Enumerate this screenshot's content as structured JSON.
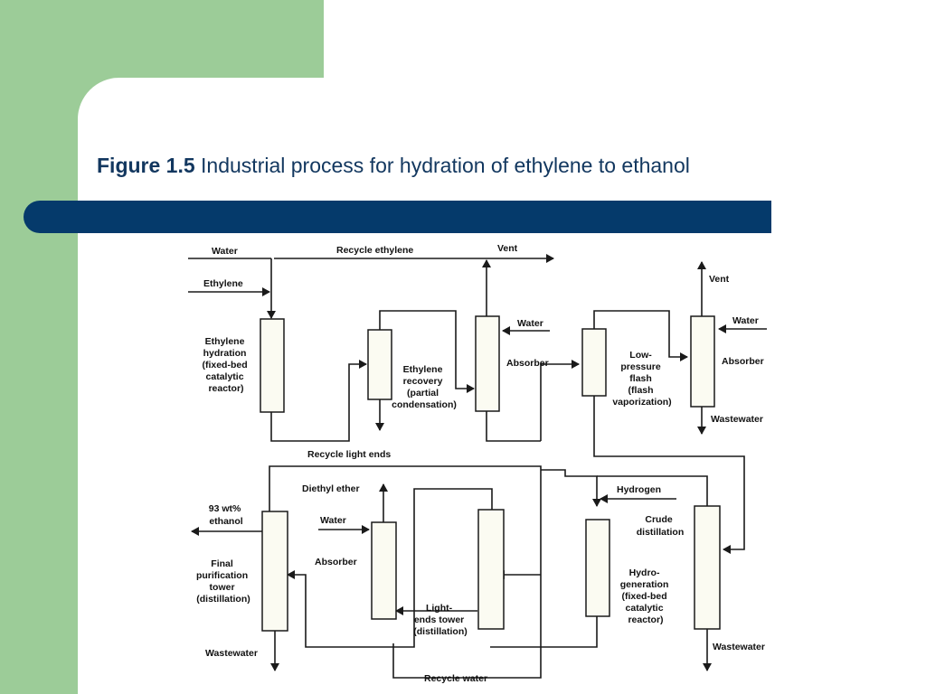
{
  "slide": {
    "title_figure": "Figure 1.5",
    "title_text": "Industrial process for hydration of ethylene to ethanol",
    "colors": {
      "green_panel": "#9ccc98",
      "title_band": "#053a6b",
      "title_text": "#12375f"
    }
  },
  "diagram": {
    "labels": {
      "water_top": "Water",
      "recycle_ethylene": "Recycle ethylene",
      "vent_1": "Vent",
      "ethylene_feed": "Ethylene",
      "reactor": [
        "Ethylene",
        "hydration",
        "(fixed-bed",
        "catalytic",
        "reactor)"
      ],
      "recovery": [
        "Ethylene",
        "recovery",
        "(partial",
        "condensation)"
      ],
      "water_abs1": "Water",
      "absorber_1": "Absorber",
      "flash": [
        "Low-",
        "pressure",
        "flash",
        "(flash",
        "vaporization)"
      ],
      "vent_2": "Vent",
      "water_abs2": "Water",
      "absorber_2": "Absorber",
      "wastewater_1": "Wastewater",
      "recycle_light_ends": "Recycle light ends",
      "diethyl_ether": "Diethyl ether",
      "hydrogen": "Hydrogen",
      "ethanol_product": [
        "93 wt%",
        "ethanol"
      ],
      "water_abs3": "Water",
      "crude_distillation": [
        "Crude",
        "distillation"
      ],
      "absorber_3": "Absorber",
      "final_tower": [
        "Final",
        "purification",
        "tower",
        "(distillation)"
      ],
      "hydrogenation": [
        "Hydro-",
        "generation",
        "(fixed-bed",
        "catalytic",
        "reactor)"
      ],
      "light_ends_tower": [
        "Light-",
        "ends tower",
        "(distillation)"
      ],
      "wastewater_2": "Wastewater",
      "wastewater_3": "Wastewater",
      "recycle_water": "Recycle water"
    }
  }
}
